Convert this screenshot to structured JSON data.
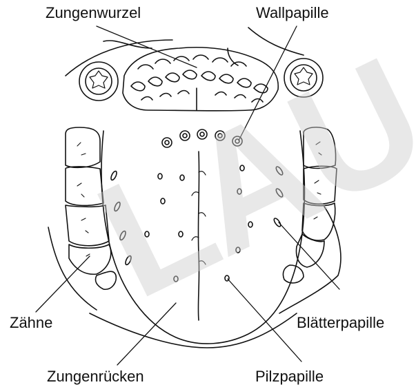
{
  "labels": {
    "zungenwurzel": "Zungenwurzel",
    "wallpapille": "Wallpapille",
    "zaehne": "Zähne",
    "blaetterpapille": "Blätterpapille",
    "zungenruecken": "Zungenrücken",
    "pilzpapille": "Pilzpapille"
  },
  "watermark": "LAU",
  "colors": {
    "ink": "#111111",
    "watermark": "#cdcdcd"
  }
}
